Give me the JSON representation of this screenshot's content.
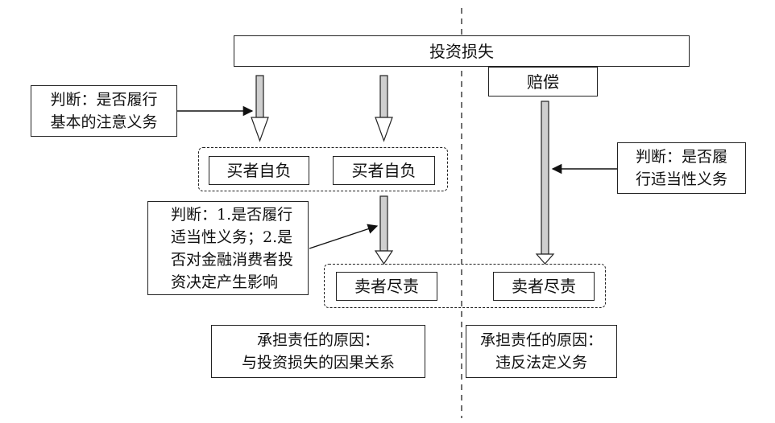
{
  "top_bar": {
    "label": "投资损失"
  },
  "compensation_box": {
    "label": "赔偿"
  },
  "judge_basic_duty": {
    "lines": [
      "判断：是否履行",
      "基本的注意义务"
    ]
  },
  "buyer_group": {
    "items": [
      "买者自负",
      "买者自负"
    ]
  },
  "judge_suitability_left": {
    "lines": [
      "判断：1.是否履行",
      "适当性义务；2.是",
      "否对金融消费者投",
      "资决定产生影响"
    ]
  },
  "judge_suitability_right": {
    "lines": [
      "判断：是否履",
      "行适当性义务"
    ]
  },
  "seller_group": {
    "items": [
      "卖者尽责",
      "卖者尽责"
    ]
  },
  "reason_left": {
    "lines": [
      "承担责任的原因：",
      "与投资损失的因果关系"
    ]
  },
  "reason_right": {
    "lines": [
      "承担责任的原因：",
      "违反法定义务"
    ]
  }
}
